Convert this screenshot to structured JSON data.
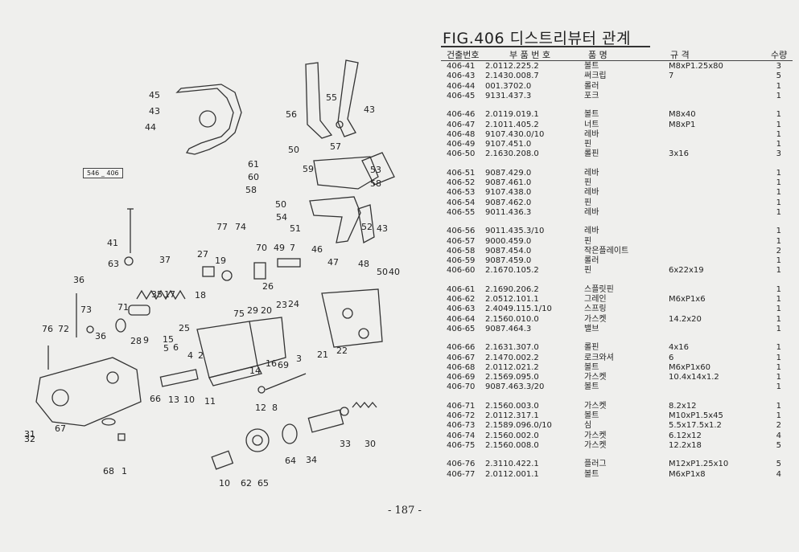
{
  "figure": {
    "title": "FIG.406 디스트리뷰터 관계",
    "reference_label": "546 _ 406",
    "page_number": "- 187 -"
  },
  "table": {
    "headers": {
      "no": "건출번호",
      "part": "부 품 번 호",
      "name": "품 명",
      "spec": "규 격",
      "qty": "수량"
    },
    "rows": [
      {
        "no": "406-41",
        "part": "2.0112.225.2",
        "name": "볼트",
        "spec": "M8xP1.25x80",
        "qty": "3"
      },
      {
        "no": "406-43",
        "part": "2.1430.008.7",
        "name": "써크립",
        "spec": "7",
        "qty": "5"
      },
      {
        "no": "406-44",
        "part": "001.3702.0",
        "name": "롤러",
        "spec": "",
        "qty": "1"
      },
      {
        "no": "406-45",
        "part": "9131.437.3",
        "name": "포크",
        "spec": "",
        "qty": "1"
      },
      {
        "no": "406-46",
        "part": "2.0119.019.1",
        "name": "볼트",
        "spec": "M8x40",
        "qty": "1"
      },
      {
        "no": "406-47",
        "part": "2.1011.405.2",
        "name": "너트",
        "spec": "M8xP1",
        "qty": "1"
      },
      {
        "no": "406-48",
        "part": "9107.430.0/10",
        "name": "레바",
        "spec": "",
        "qty": "1"
      },
      {
        "no": "406-49",
        "part": "9107.451.0",
        "name": "핀",
        "spec": "",
        "qty": "1"
      },
      {
        "no": "406-50",
        "part": "2.1630.208.0",
        "name": "롤핀",
        "spec": "3x16",
        "qty": "3"
      },
      {
        "no": "406-51",
        "part": "9087.429.0",
        "name": "레바",
        "spec": "",
        "qty": "1"
      },
      {
        "no": "406-52",
        "part": "9087.461.0",
        "name": "핀",
        "spec": "",
        "qty": "1"
      },
      {
        "no": "406-53",
        "part": "9107.438.0",
        "name": "레바",
        "spec": "",
        "qty": "1"
      },
      {
        "no": "406-54",
        "part": "9087.462.0",
        "name": "핀",
        "spec": "",
        "qty": "1"
      },
      {
        "no": "406-55",
        "part": "9011.436.3",
        "name": "레바",
        "spec": "",
        "qty": "1"
      },
      {
        "no": "406-56",
        "part": "9011.435.3/10",
        "name": "레바",
        "spec": "",
        "qty": "1"
      },
      {
        "no": "406-57",
        "part": "9000.459.0",
        "name": "핀",
        "spec": "",
        "qty": "1"
      },
      {
        "no": "406-58",
        "part": "9087.454.0",
        "name": "작은플레이트",
        "spec": "",
        "qty": "2"
      },
      {
        "no": "406-59",
        "part": "9087.459.0",
        "name": "롤러",
        "spec": "",
        "qty": "1"
      },
      {
        "no": "406-60",
        "part": "2.1670.105.2",
        "name": "핀",
        "spec": "6x22x19",
        "qty": "1"
      },
      {
        "no": "406-61",
        "part": "2.1690.206.2",
        "name": "스플릿핀",
        "spec": "",
        "qty": "1"
      },
      {
        "no": "406-62",
        "part": "2.0512.101.1",
        "name": "그레인",
        "spec": "M6xP1x6",
        "qty": "1"
      },
      {
        "no": "406-63",
        "part": "2.4049.115.1/10",
        "name": "스프링",
        "spec": "",
        "qty": "1"
      },
      {
        "no": "406-64",
        "part": "2.1560.010.0",
        "name": "가스켓",
        "spec": "14.2x20",
        "qty": "1"
      },
      {
        "no": "406-65",
        "part": "9087.464.3",
        "name": "밸브",
        "spec": "",
        "qty": "1"
      },
      {
        "no": "406-66",
        "part": "2.1631.307.0",
        "name": "롤핀",
        "spec": "4x16",
        "qty": "1"
      },
      {
        "no": "406-67",
        "part": "2.1470.002.2",
        "name": "로크와셔",
        "spec": "6",
        "qty": "1"
      },
      {
        "no": "406-68",
        "part": "2.0112.021.2",
        "name": "볼트",
        "spec": "M6xP1x60",
        "qty": "1"
      },
      {
        "no": "406-69",
        "part": "2.1569.095.0",
        "name": "가스켓",
        "spec": "10.4x14x1.2",
        "qty": "1"
      },
      {
        "no": "406-70",
        "part": "9087.463.3/20",
        "name": "볼트",
        "spec": "",
        "qty": "1"
      },
      {
        "no": "406-71",
        "part": "2.1560.003.0",
        "name": "가스켓",
        "spec": "8.2x12",
        "qty": "1"
      },
      {
        "no": "406-72",
        "part": "2.0112.317.1",
        "name": "볼트",
        "spec": "M10xP1.5x45",
        "qty": "1"
      },
      {
        "no": "406-73",
        "part": "2.1589.096.0/10",
        "name": "심",
        "spec": "5.5x17.5x1.2",
        "qty": "2"
      },
      {
        "no": "406-74",
        "part": "2.1560.002.0",
        "name": "가스켓",
        "spec": "6.12x12",
        "qty": "4"
      },
      {
        "no": "406-75",
        "part": "2.1560.008.0",
        "name": "가스켓",
        "spec": "12.2x18",
        "qty": "5"
      },
      {
        "no": "406-76",
        "part": "2.3110.422.1",
        "name": "플러그",
        "spec": "M12xP1.25x10",
        "qty": "5"
      },
      {
        "no": "406-77",
        "part": "2.0112.001.1",
        "name": "볼트",
        "spec": "M6xP1x8",
        "qty": "4"
      }
    ]
  },
  "diagram": {
    "callouts": [
      "45",
      "43",
      "44",
      "56",
      "55",
      "43",
      "57",
      "50",
      "61",
      "60",
      "59",
      "53",
      "58",
      "58",
      "50",
      "54",
      "51",
      "52",
      "43",
      "77",
      "74",
      "27",
      "19",
      "70",
      "49",
      "7",
      "46",
      "47",
      "48",
      "50",
      "40",
      "41",
      "37",
      "63",
      "36",
      "35",
      "17",
      "18",
      "26",
      "71",
      "73",
      "76",
      "72",
      "36",
      "75",
      "29",
      "20",
      "23",
      "24",
      "25",
      "28",
      "9",
      "15",
      "5",
      "6",
      "4",
      "2",
      "22",
      "21",
      "3",
      "16",
      "69",
      "14",
      "66",
      "13",
      "10",
      "11",
      "12",
      "8",
      "67",
      "68",
      "1",
      "10",
      "62",
      "65",
      "64",
      "34",
      "33",
      "30",
      "31",
      "32"
    ]
  }
}
